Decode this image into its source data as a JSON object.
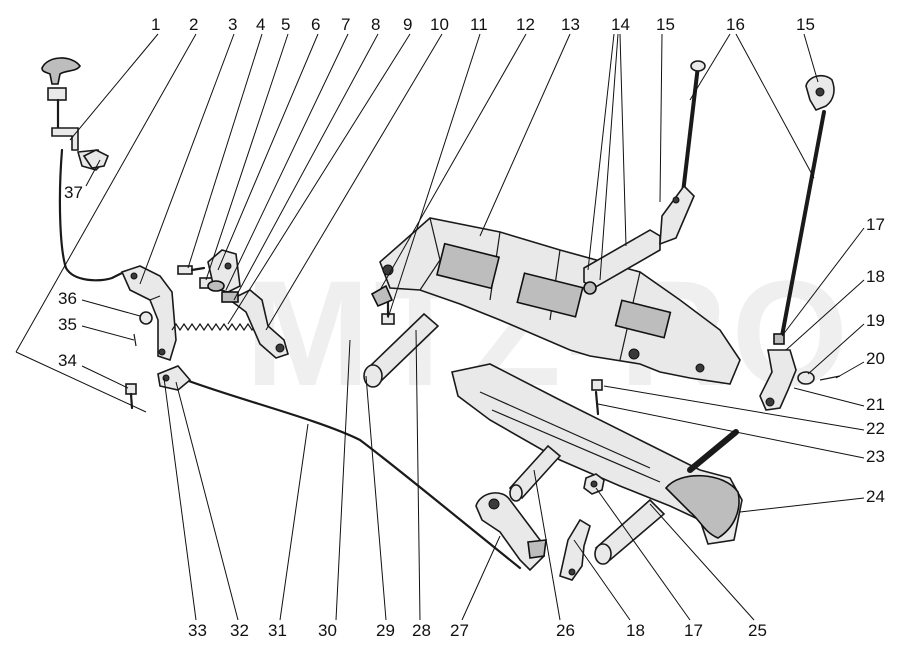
{
  "watermark": "MTZ-RO",
  "callouts": [
    {
      "id": "c1",
      "text": "1"
    },
    {
      "id": "c2",
      "text": "2"
    },
    {
      "id": "c3",
      "text": "3"
    },
    {
      "id": "c4",
      "text": "4"
    },
    {
      "id": "c5",
      "text": "5"
    },
    {
      "id": "c6",
      "text": "6"
    },
    {
      "id": "c7",
      "text": "7"
    },
    {
      "id": "c8",
      "text": "8"
    },
    {
      "id": "c9",
      "text": "9"
    },
    {
      "id": "c10",
      "text": "10"
    },
    {
      "id": "c11",
      "text": "11"
    },
    {
      "id": "c12",
      "text": "12"
    },
    {
      "id": "c13",
      "text": "13"
    },
    {
      "id": "c14",
      "text": "14"
    },
    {
      "id": "c15a",
      "text": "15"
    },
    {
      "id": "c16",
      "text": "16"
    },
    {
      "id": "c15b",
      "text": "15"
    },
    {
      "id": "c17a",
      "text": "17"
    },
    {
      "id": "c18a",
      "text": "18"
    },
    {
      "id": "c19",
      "text": "19"
    },
    {
      "id": "c20",
      "text": "20"
    },
    {
      "id": "c21",
      "text": "21"
    },
    {
      "id": "c22",
      "text": "22"
    },
    {
      "id": "c23",
      "text": "23"
    },
    {
      "id": "c24",
      "text": "24"
    },
    {
      "id": "c37",
      "text": "37"
    },
    {
      "id": "c36",
      "text": "36"
    },
    {
      "id": "c35",
      "text": "35"
    },
    {
      "id": "c34",
      "text": "34"
    },
    {
      "id": "c33",
      "text": "33"
    },
    {
      "id": "c32",
      "text": "32"
    },
    {
      "id": "c31",
      "text": "31"
    },
    {
      "id": "c30",
      "text": "30"
    },
    {
      "id": "c29",
      "text": "29"
    },
    {
      "id": "c28",
      "text": "28"
    },
    {
      "id": "c27",
      "text": "27"
    },
    {
      "id": "c26",
      "text": "26"
    },
    {
      "id": "c18b",
      "text": "18"
    },
    {
      "id": "c17b",
      "text": "17"
    },
    {
      "id": "c25",
      "text": "25"
    }
  ]
}
